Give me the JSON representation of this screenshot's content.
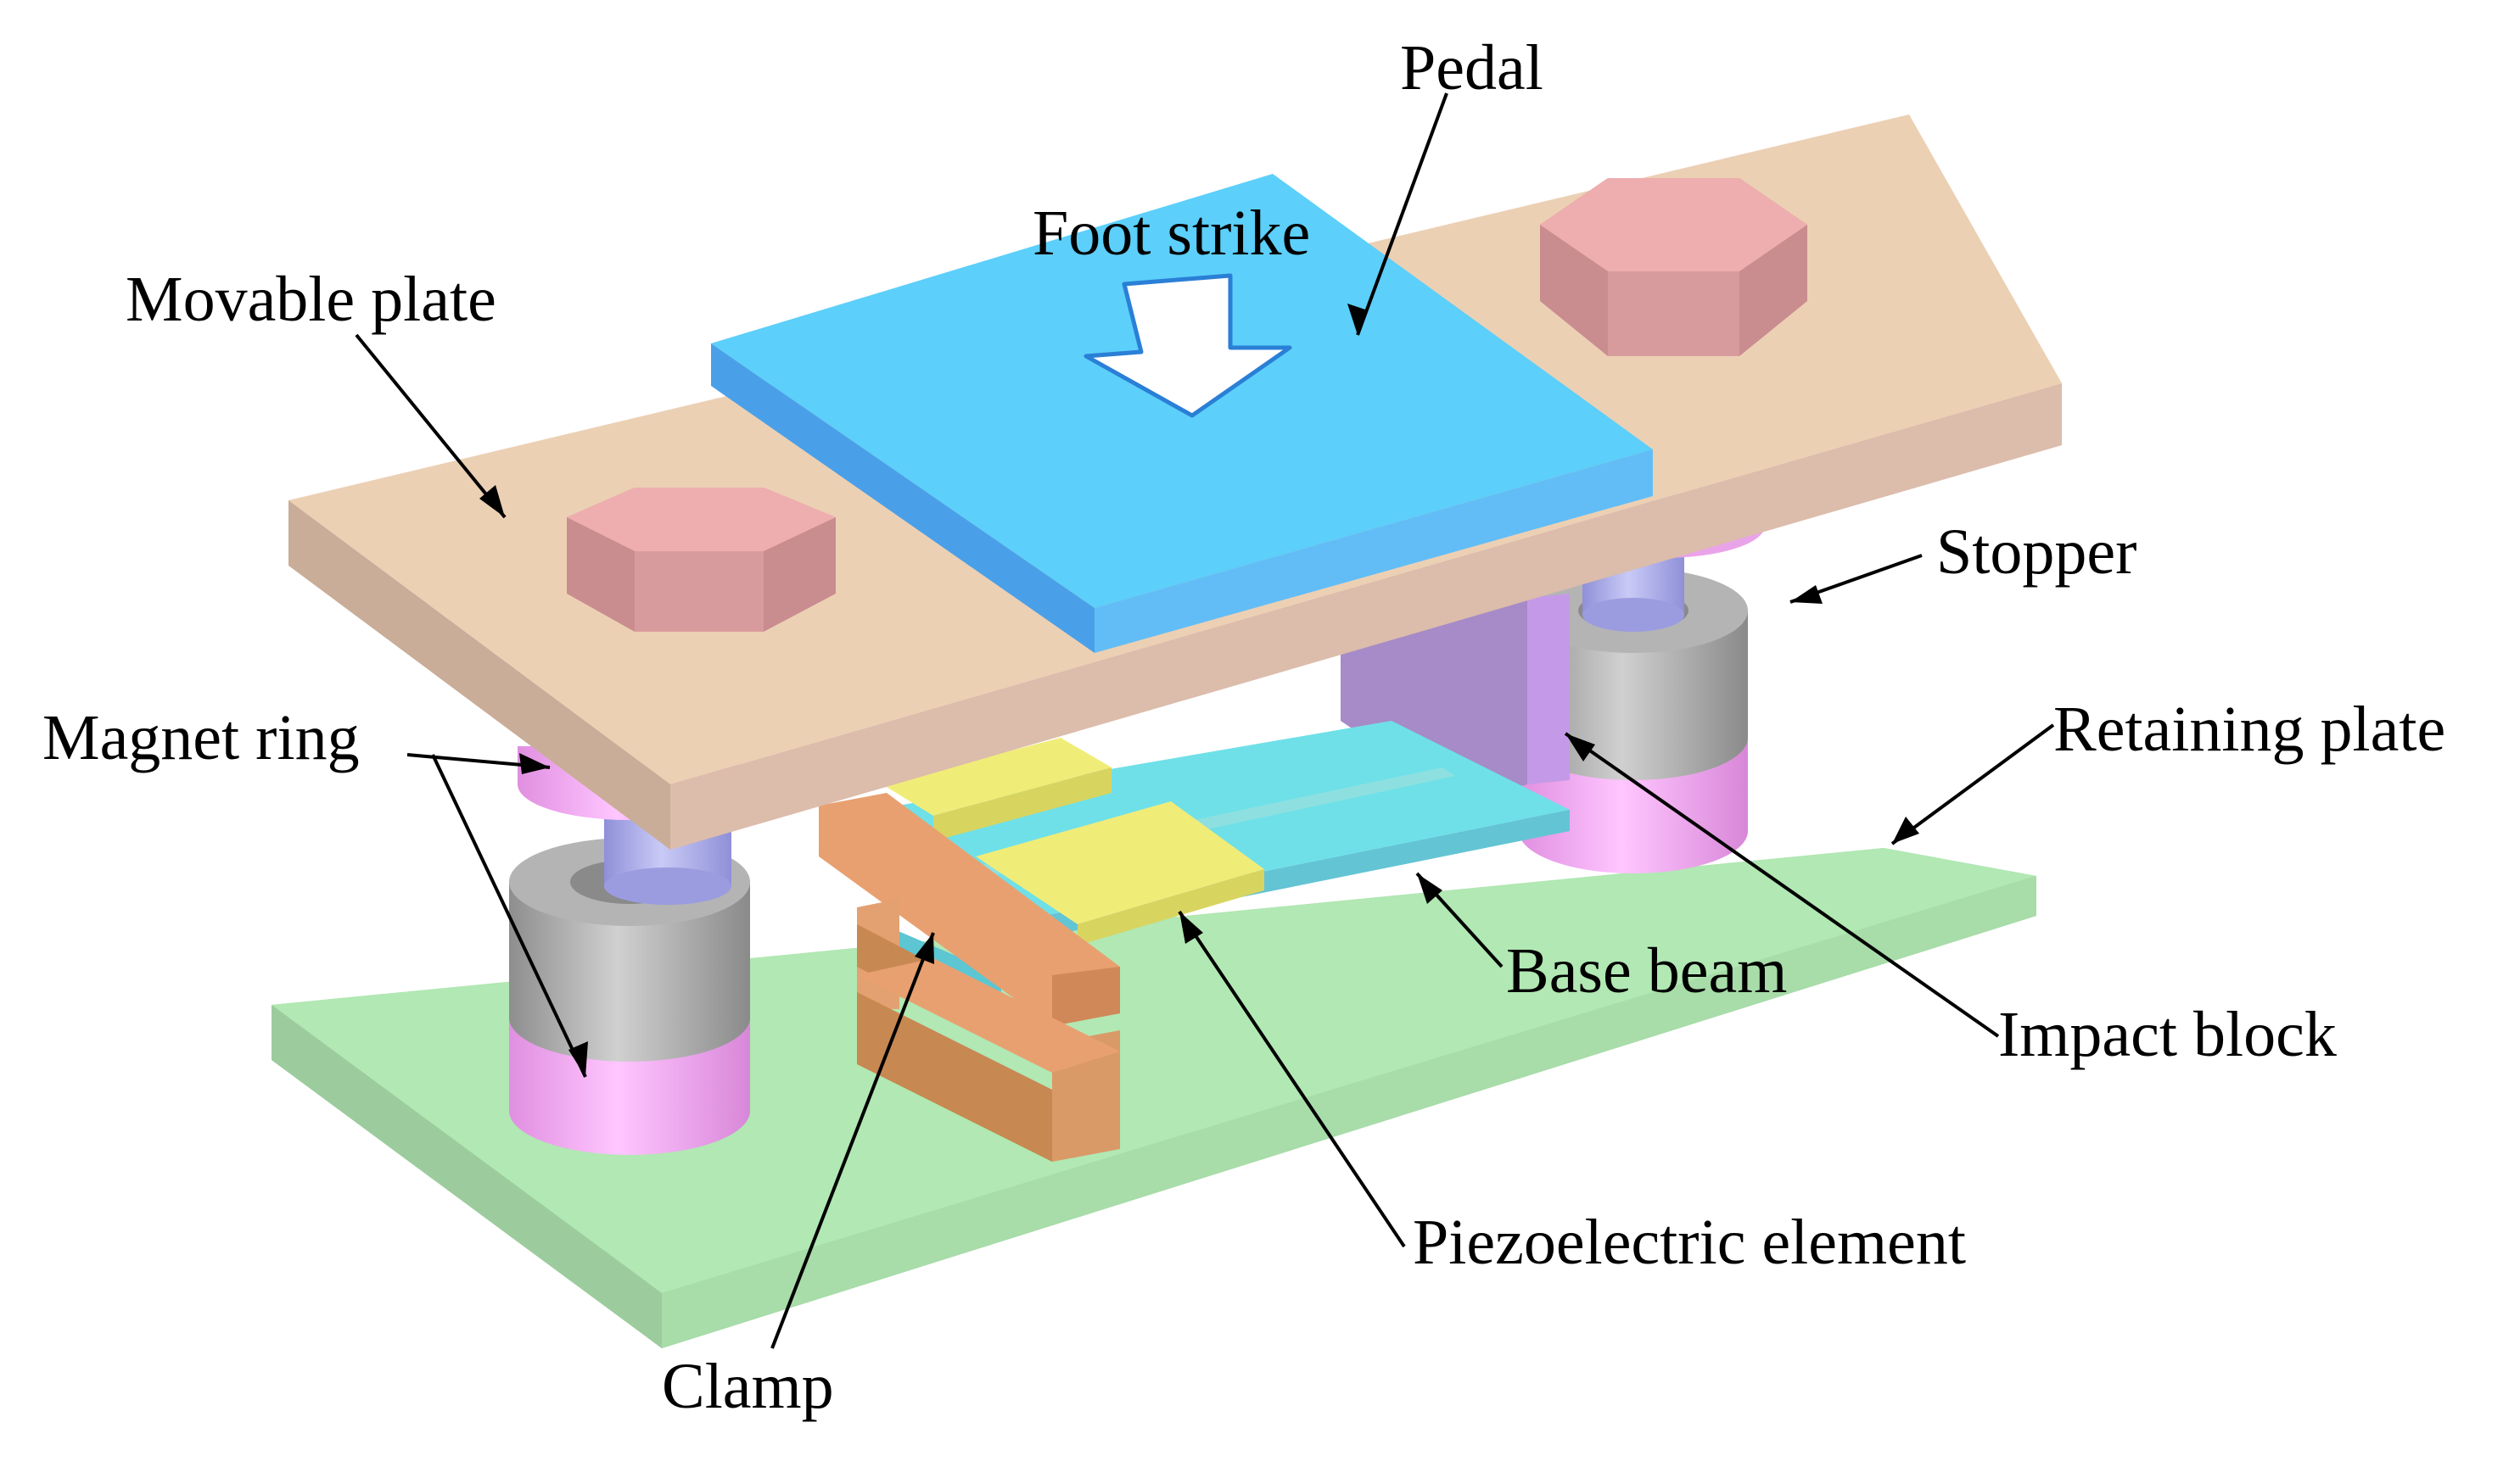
{
  "labels": {
    "pedal": "Pedal",
    "foot_strike": "Foot strike",
    "movable_plate": "Movable plate",
    "stopper": "Stopper",
    "magnet_ring": "Magnet ring",
    "retaining_plate": "Retaining plate",
    "base_beam": "Base beam",
    "impact_block": "Impact block",
    "piezoelectric_element": "Piezoelectric element",
    "clamp": "Clamp"
  },
  "colors": {
    "pedal_top": "#5ccffa",
    "pedal_side": "#4aa0e8",
    "movable_plate_top": "#ecd0b4",
    "movable_plate_side": "#d9b7a2",
    "bolt_top": "#eeaeaf",
    "bolt_side": "#c9898e",
    "retaining_plate_top": "#b1e8b3",
    "retaining_plate_side": "#9bcf9c",
    "magnet_ring": "#f0aef0",
    "stopper": "#a8a8a8",
    "shaft": "#a9aaea",
    "impact_block": "#b28ed6",
    "base_beam": "#6fe0e8",
    "piezo": "#f0ec78",
    "clamp": "#e8a070",
    "arrow": "#ffffff"
  }
}
